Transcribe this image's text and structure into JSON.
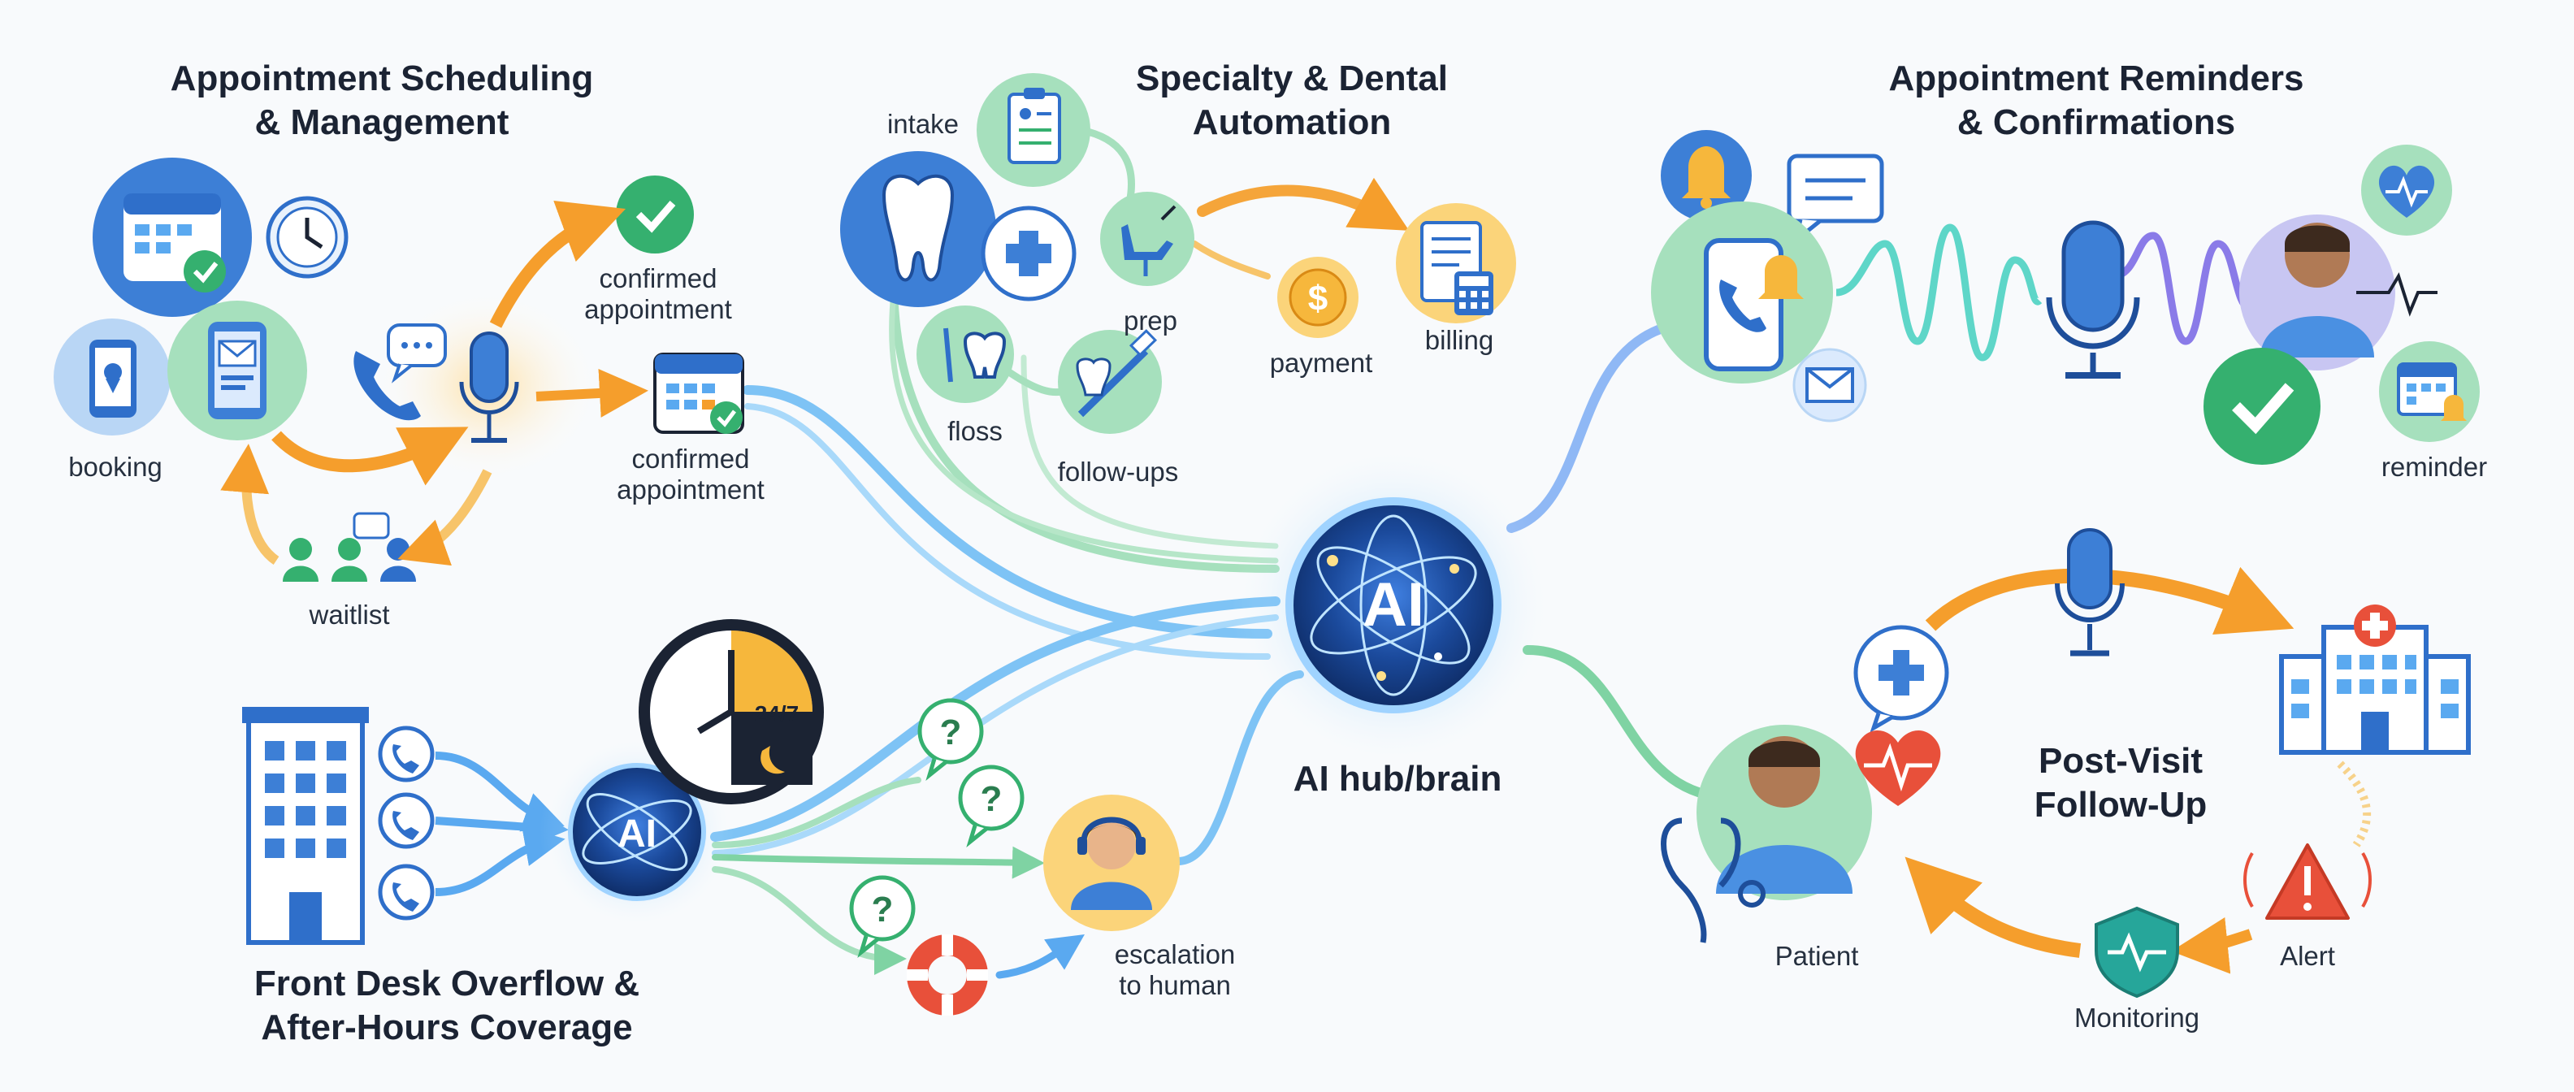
{
  "sections": {
    "scheduling": {
      "title_line1": "Appointment Scheduling",
      "title_line2": "& Management",
      "labels": {
        "booking": "booking",
        "waitlist": "waitlist",
        "confirmed_top": "confirmed\nappointment",
        "confirmed_bottom": "confirmed\nappointment"
      }
    },
    "dental": {
      "title_line1": "Specialty & Dental",
      "title_line2": "Automation",
      "labels": {
        "intake": "intake",
        "prep": "prep",
        "floss": "floss",
        "follow_ups": "follow-ups",
        "payment": "payment",
        "billing": "billing"
      }
    },
    "reminders": {
      "title_line1": "Appointment Reminders",
      "title_line2": "& Confirmations",
      "labels": {
        "reminder": "reminder"
      }
    },
    "hub": {
      "badge": "AI",
      "label": "AI hub/brain"
    },
    "overflow": {
      "title_line1": "Front Desk Overflow &",
      "title_line2": "After-Hours Coverage",
      "ai_badge": "AI",
      "clock_text": "24/7",
      "question_mark": "?",
      "escalation": "escalation\nto human"
    },
    "post_visit": {
      "title_line1": "Post-Visit",
      "title_line2": "Follow-Up",
      "labels": {
        "patient": "Patient",
        "alert": "Alert",
        "monitoring": "Monitoring"
      }
    }
  },
  "colors": {
    "blue": "#2f6fca",
    "blue_light": "#5aa9f0",
    "green": "#35b06f",
    "green_light": "#a6e0bd",
    "orange": "#f59e2c",
    "red": "#e8503a",
    "hub_glow": "#3aa0ff",
    "text": "#1b2333"
  },
  "icons": [
    "calendar-check-icon",
    "clock-icon",
    "phone-location-icon",
    "phone-mail-icon",
    "phone-icon",
    "chat-bubble-icon",
    "microphone-icon",
    "checkmark-icon",
    "calendar-icon",
    "people-icon",
    "clipboard-icon",
    "tooth-icon",
    "medical-cross-icon",
    "dental-chair-icon",
    "dollar-coin-icon",
    "billing-calculator-icon",
    "floss-icon",
    "toothbrush-icon",
    "bell-icon",
    "envelope-icon",
    "heart-rate-icon",
    "doctor-avatar-icon",
    "hospital-icon",
    "warning-icon",
    "shield-pulse-icon",
    "stethoscope-icon",
    "building-icon",
    "headset-agent-icon",
    "lifebuoy-icon",
    "question-icon",
    "ai-orb-icon"
  ]
}
